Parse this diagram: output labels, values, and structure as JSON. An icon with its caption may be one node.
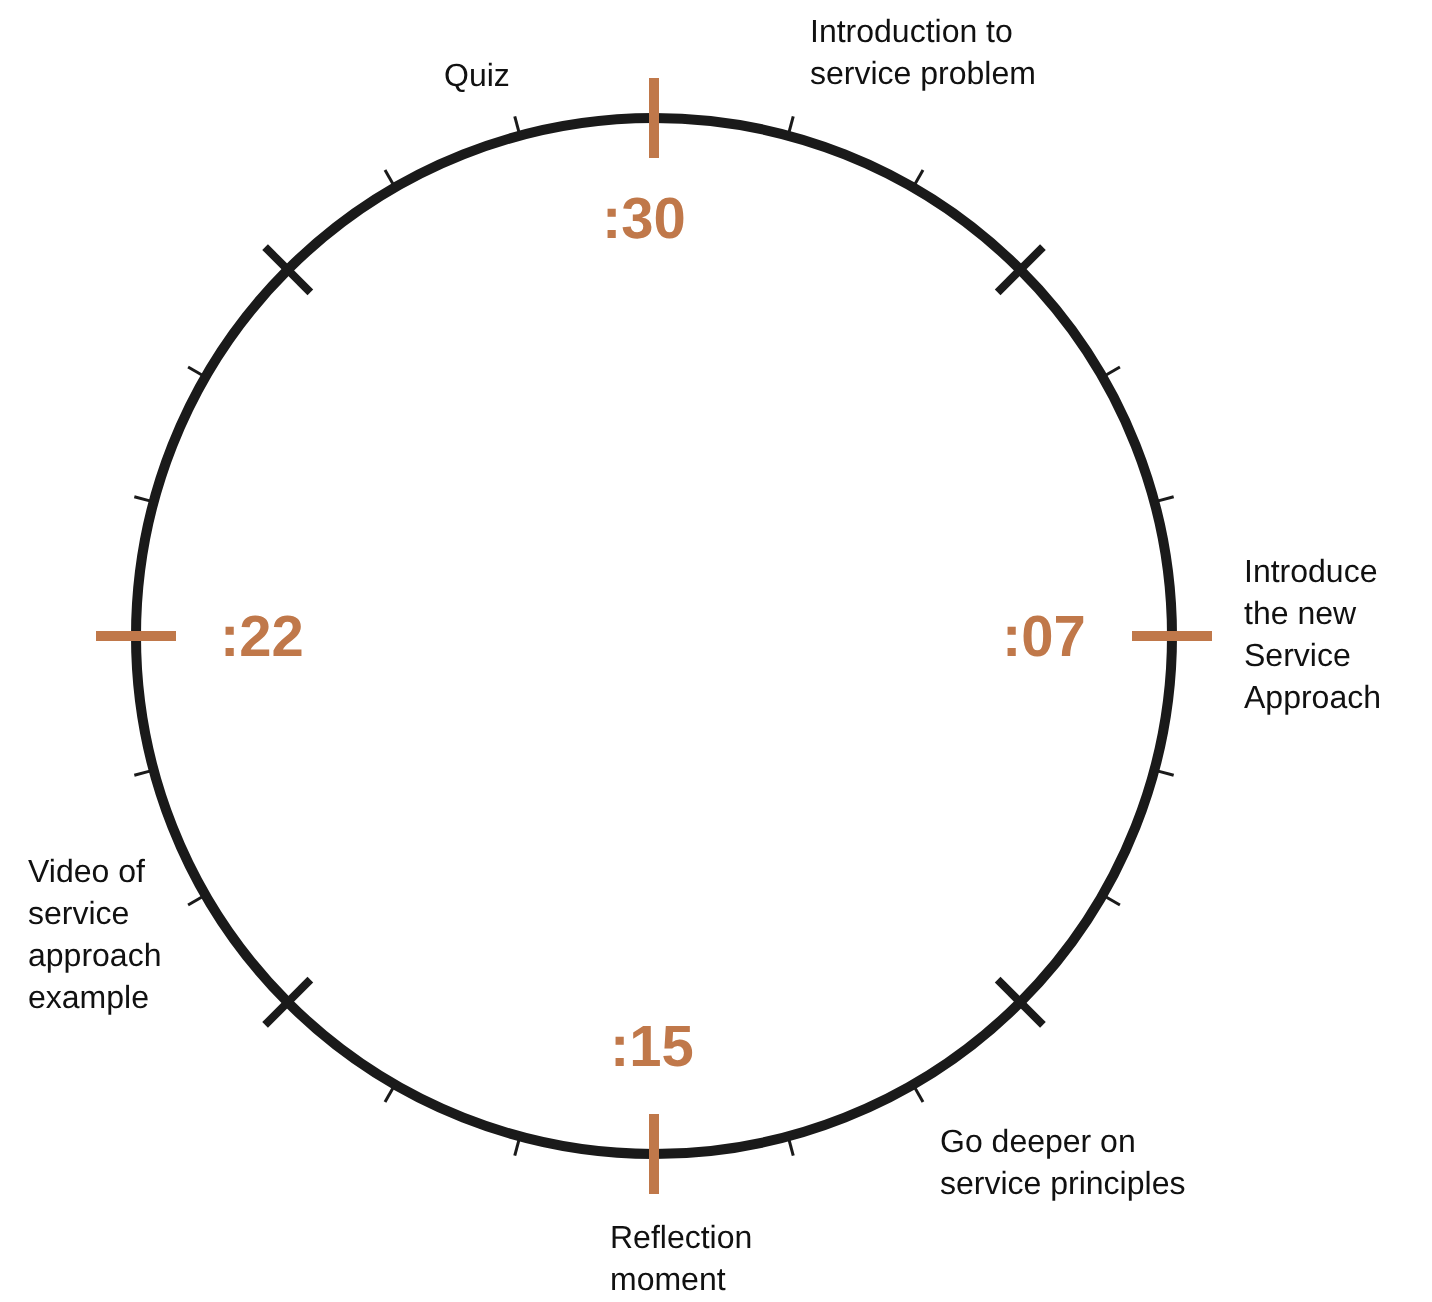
{
  "diagram": {
    "labels": [
      "Quiz",
      "Introduction to service problem",
      ":30",
      ":22",
      ":07",
      "Introduce the new Service Approach",
      "Video of service approach example",
      ":15",
      "Go deeper on service principles",
      "Reflection moment"
    ]
  }
}
